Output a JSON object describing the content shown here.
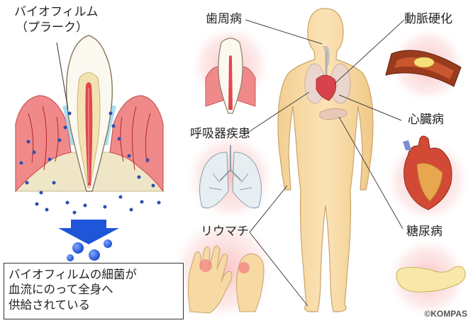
{
  "labels": {
    "biofilm_line1": "バイオフィルム",
    "biofilm_line2": "（プラーク）",
    "periodontal": "歯周病",
    "arteriosclerosis": "動脈硬化",
    "heart_disease": "心臓病",
    "respiratory": "呼吸器疾患",
    "rheumatism": "リウマチ",
    "diabetes": "糖尿病"
  },
  "caption": {
    "line1": "バイオフィルムの細菌が",
    "line2": "血流にのって全身へ",
    "line3": "供給されている"
  },
  "copyright": "©KOMPAS",
  "colors": {
    "skin": "#f7d9a3",
    "skin_stroke": "#c9a36b",
    "gum_red": "#e8656a",
    "bacteria_blue": "#2d4fb3",
    "arrow_blue": "#1f55d8",
    "glow_pink": "#f6c3c3"
  }
}
